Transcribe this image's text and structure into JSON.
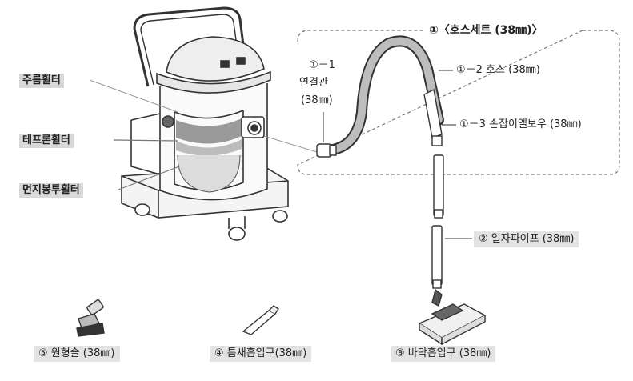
{
  "labels": {
    "filter_wrinkle": "주름휠터",
    "filter_teflon": "테프론휠터",
    "filter_dustbag": "먼지봉투휠터",
    "hose_set": "①〈호스세트 (38㎜)〉",
    "connector_line1": "①－1",
    "connector_line2": "연결관",
    "connector_line3": "(38㎜)",
    "hose": "①－2 호스 (38㎜)",
    "elbow": "①－3 손잡이엘보우 (38㎜)",
    "pipe": "② 일자파이프 (38㎜)",
    "floor_nozzle": "③ 바닥흡입구 (38㎜)",
    "crevice_nozzle": "④ 틈새흡입구(38㎜)",
    "round_brush": "⑤ 원형솔 (38㎜)"
  },
  "icons": [
    "vacuum-body-icon",
    "hose-icon",
    "elbow-icon",
    "pipe-icon",
    "floor-nozzle-icon",
    "crevice-nozzle-icon",
    "round-brush-icon"
  ]
}
